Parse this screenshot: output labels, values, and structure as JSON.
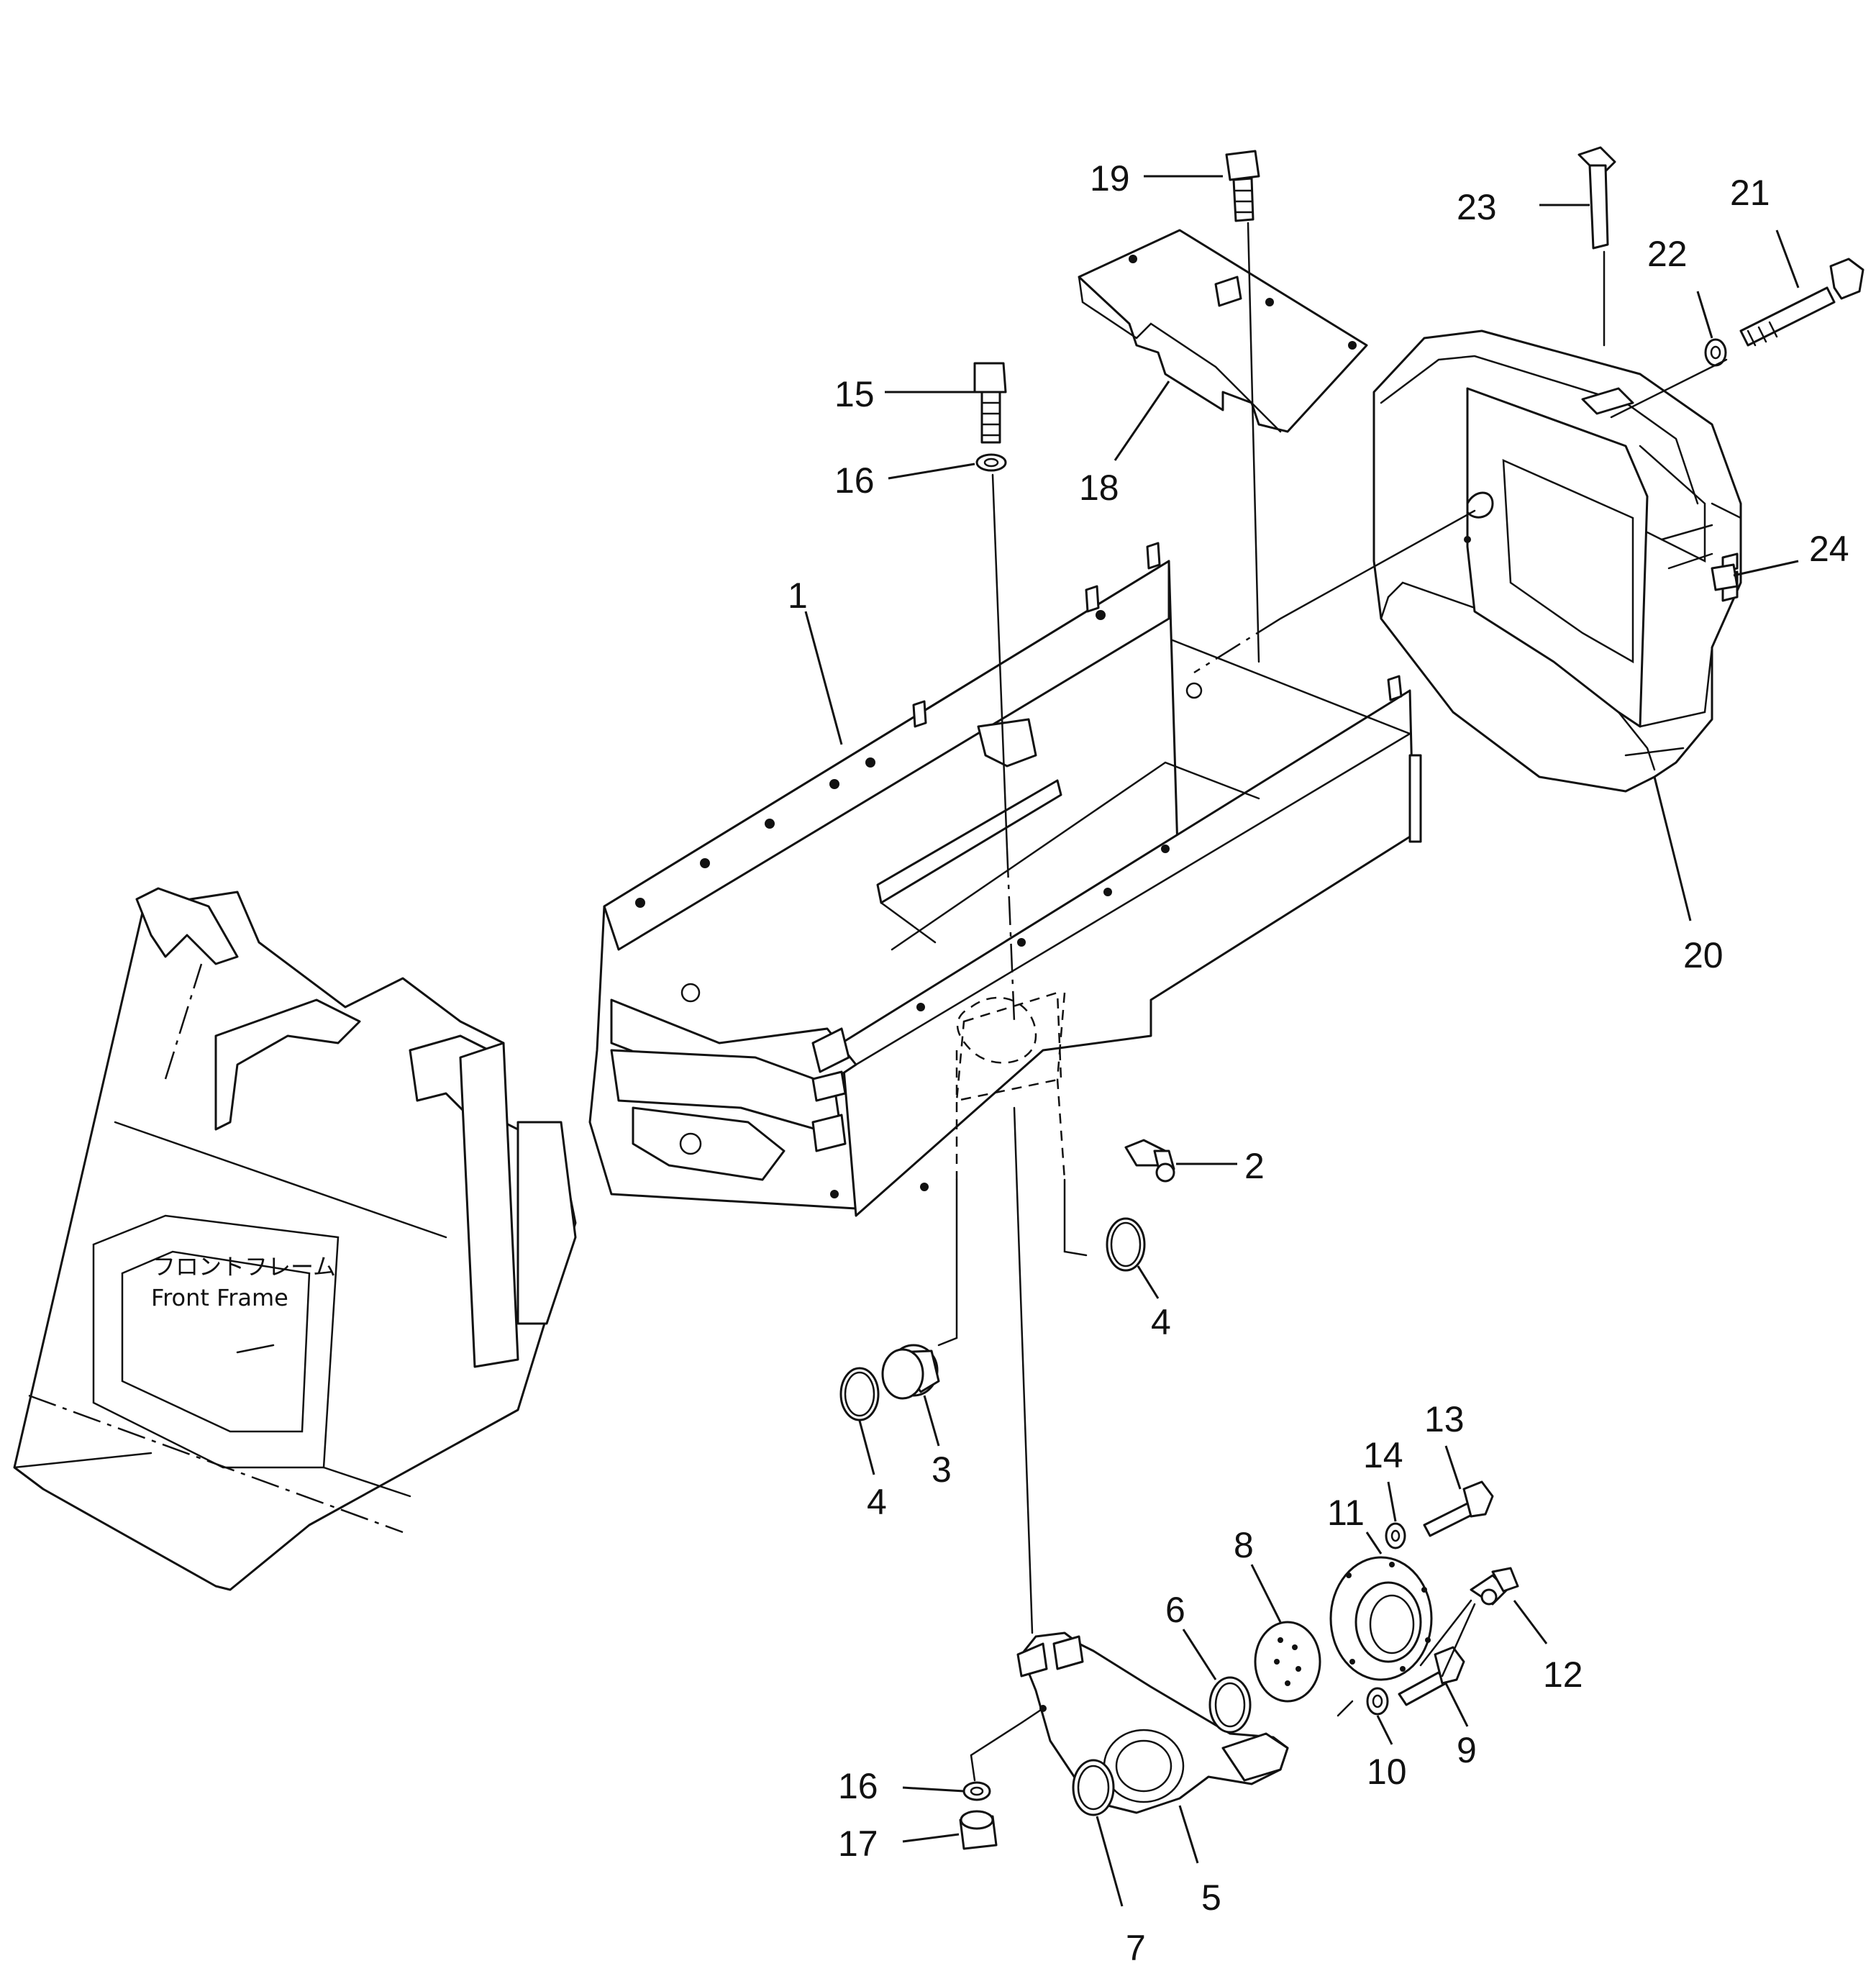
{
  "callouts": {
    "c1": "1",
    "c2": "2",
    "c3": "3",
    "c4a": "4",
    "c4b": "4",
    "c5": "5",
    "c6": "6",
    "c7": "7",
    "c8": "8",
    "c9": "9",
    "c10": "10",
    "c11": "11",
    "c12": "12",
    "c13": "13",
    "c14": "14",
    "c15": "15",
    "c16a": "16",
    "c16b": "16",
    "c17": "17",
    "c18": "18",
    "c19": "19",
    "c20": "20",
    "c21": "21",
    "c22": "22",
    "c23": "23",
    "c24": "24"
  },
  "front_frame": {
    "label_jp": "フロントフレーム",
    "label_en": "Front  Frame"
  }
}
